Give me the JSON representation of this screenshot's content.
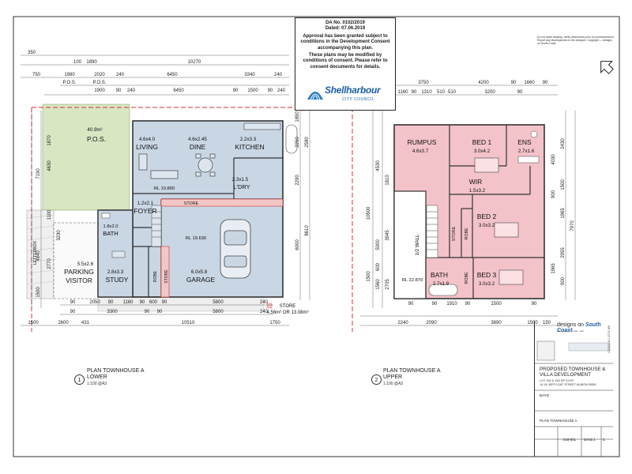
{
  "approval": {
    "da_no": "DA No. 0102/2019",
    "dated": "Dated: 07.06.2019",
    "granted": "Approval has been granted subject to conditions in the Development Consent accompanying this plan.",
    "modified": "These plans may be modified by conditions of consent. Please refer to consent documents for details."
  },
  "council": {
    "name": "Shellharbour",
    "sub": "CITY COUNCIL"
  },
  "top_notes": "Do not scale drawing. Verify dimensions prior to commencement. Report any discrepancies to the designer. Copyright — designs on South Coast.",
  "lower_plan": {
    "title_line1": "PLAN TOWNHOUSE A",
    "title_line2": "LOWER",
    "scale": "1:100 @A3",
    "number": "1",
    "rooms": {
      "pos": "P.O.S.",
      "pos_area": "40.9m²",
      "living": "LIVING",
      "living_dim": "4.6x4.0",
      "dine": "DINE",
      "dine_dim": "4.6x2.45",
      "kitchen": "KITCHEN",
      "kitchen_dim": "2.2x3.3",
      "ldry": "L'DRY",
      "ldry_dim": "2.3x1.5",
      "foyer": "FOYER",
      "foyer_dim": "1.2x2.1",
      "bath": "BATH",
      "bath_dim": "1.8x2.0",
      "study": "STUDY",
      "study_dim": "2.8x3.3",
      "garage": "GARAGE",
      "garage_dim": "6.0x5.8",
      "store": "STORE",
      "robe": "ROBE",
      "store_v": "STORE",
      "rl_living": "RL 19.800",
      "rl_garage": "RL 19.630",
      "parking_dim": "5.5x2.6",
      "parking": "PARKING",
      "visitor": "VISITOR",
      "letterbox": "LETTERBOX",
      "store_note": "STORE",
      "store_area": "4.56m² OR 13.08m³"
    },
    "dims_top": [
      "350",
      "100",
      "1890",
      "10270",
      "750",
      "1980",
      "2020",
      "240",
      "6450",
      "3340",
      "240",
      "P.O.S.",
      "P.O.S.",
      "1900",
      "90",
      "240",
      "6450",
      "90",
      "1500",
      "90",
      "240"
    ],
    "dims_left": [
      "7190",
      "4630",
      "1100",
      "3230",
      "4840",
      "2770",
      "1500",
      "1870"
    ],
    "dims_right": [
      "1890",
      "2250",
      "2580",
      "2290",
      "8610",
      "6000"
    ],
    "dims_bottom": [
      "90",
      "2050",
      "90",
      "1160",
      "90",
      "600",
      "90",
      "5800",
      "240",
      "90",
      "3300",
      "90",
      "90",
      "5800",
      "240",
      "1500",
      "2600",
      "431",
      "10510",
      "1750"
    ]
  },
  "upper_plan": {
    "title_line1": "PLAN TOWNHOUSE A",
    "title_line2": "UPPER",
    "scale": "1:100 @A3",
    "number": "2",
    "rooms": {
      "rumpus": "RUMPUS",
      "rumpus_dim": "4.6x3.7",
      "bed1": "BED 1",
      "bed1_dim": "3.0x4.2",
      "ens": "ENS",
      "ens_dim": "2.7x1.6",
      "wir": "WIR",
      "wir_dim": "1.5x3.2",
      "bed2": "BED 2",
      "bed2_dim": "3.0x3.2",
      "bed3": "BED 3",
      "bed3_dim": "3.0x3.2",
      "bath": "BATH",
      "bath_dim": "2.7x1.9",
      "store": "STORE",
      "robe1": "ROBE",
      "robe2": "ROBE",
      "wall": "1/2 WALL",
      "rl": "RL 22.870"
    },
    "dims_top": [
      "3750",
      "4200",
      "90",
      "1660",
      "90",
      "1160",
      "90",
      "1310",
      "510",
      "510",
      "3200",
      "90"
    ],
    "dims_left": [
      "10600",
      "4530",
      "1810",
      "5000",
      "3945",
      "2705",
      "1560",
      "600",
      "1500"
    ],
    "dims_right": [
      "2430",
      "4030",
      "1500",
      "900",
      "1965",
      "7970",
      "2955",
      "1965",
      "900"
    ],
    "dims_bottom": [
      "90",
      "90",
      "1910",
      "90",
      "1500",
      "90",
      "2240",
      "2090",
      "3890",
      "1500",
      "150"
    ]
  },
  "title_block": {
    "brand_prefix": "designs on",
    "brand": "South Coast",
    "brand_small": "abn · phone · email · web",
    "project": "PROPOSED TOWNHOUSE & VILLA DEVELOPMENT",
    "address_line1": "LOT 162 & 163 DP 31767",
    "address_line2": "14-16 JEFFCOAT STREET ALBION PARK",
    "client": "BAYD",
    "drawing_title": "PLAN TOWNHOUSE A",
    "job_no": "018-001",
    "dwg_no": "DA02.1",
    "rev": "C",
    "date_stamp": "12/05/2019 1:27:20 AM"
  }
}
